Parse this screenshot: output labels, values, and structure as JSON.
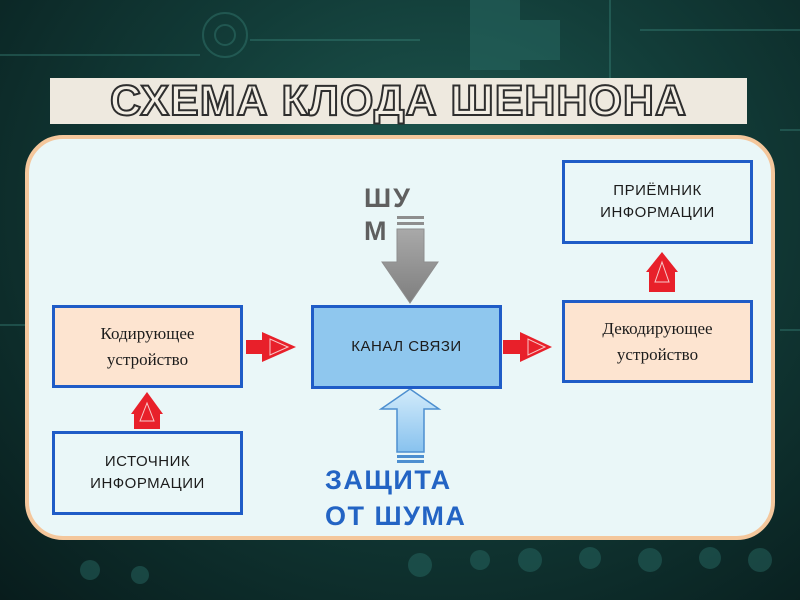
{
  "title": "СХЕМА КЛОДА ШЕННОНА",
  "blocks": {
    "encoder": {
      "line1": "Кодирующее",
      "line2": "устройство"
    },
    "source": {
      "line1": "ИСТОЧНИК",
      "line2": "ИНФОРМАЦИИ"
    },
    "channel": {
      "label": "КАНАЛ СВЯЗИ"
    },
    "decoder": {
      "line1": "Декодирующее",
      "line2": "устройство"
    },
    "receiver": {
      "line1": "ПРИЁМНИК",
      "line2": "ИНФОРМАЦИИ"
    }
  },
  "noise": {
    "label": "ШУМ"
  },
  "protection": {
    "line1": "ЗАЩИТА",
    "line2": "ОТ ШУМА"
  },
  "colors": {
    "box_border": "#1f5cc7",
    "channel_fill": "#8fc7ee",
    "arrow_red": "#e8202a",
    "noise_arrow": "#8e8e8e",
    "protect_arrow": "#9ccff2"
  },
  "icons": [
    "right-arrow-icon",
    "up-arrow-icon",
    "down-arrow-icon"
  ]
}
